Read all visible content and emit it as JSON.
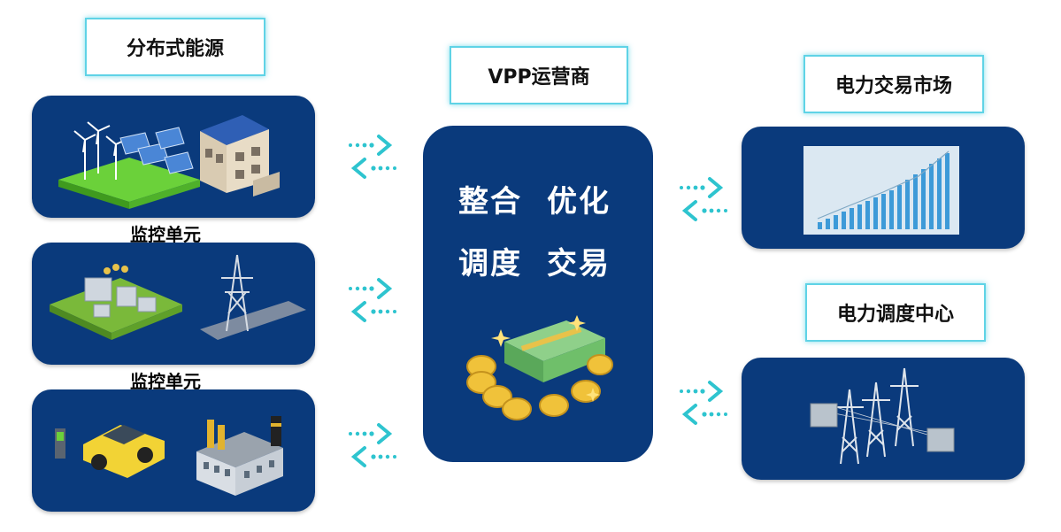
{
  "left": {
    "title": "分布式能源",
    "sublabel_1": "监控单元",
    "sublabel_2": "监控单元"
  },
  "center": {
    "title": "VPP运营商",
    "line1_a": "整合",
    "line1_b": "优化",
    "line2_a": "调度",
    "line2_b": "交易"
  },
  "right": {
    "market_title": "电力交易市场",
    "dispatch_title": "电力调度中心"
  },
  "colors": {
    "panel": "#0a3a7c",
    "arrow": "#2ec4cf",
    "border": "#5fd3e6"
  }
}
